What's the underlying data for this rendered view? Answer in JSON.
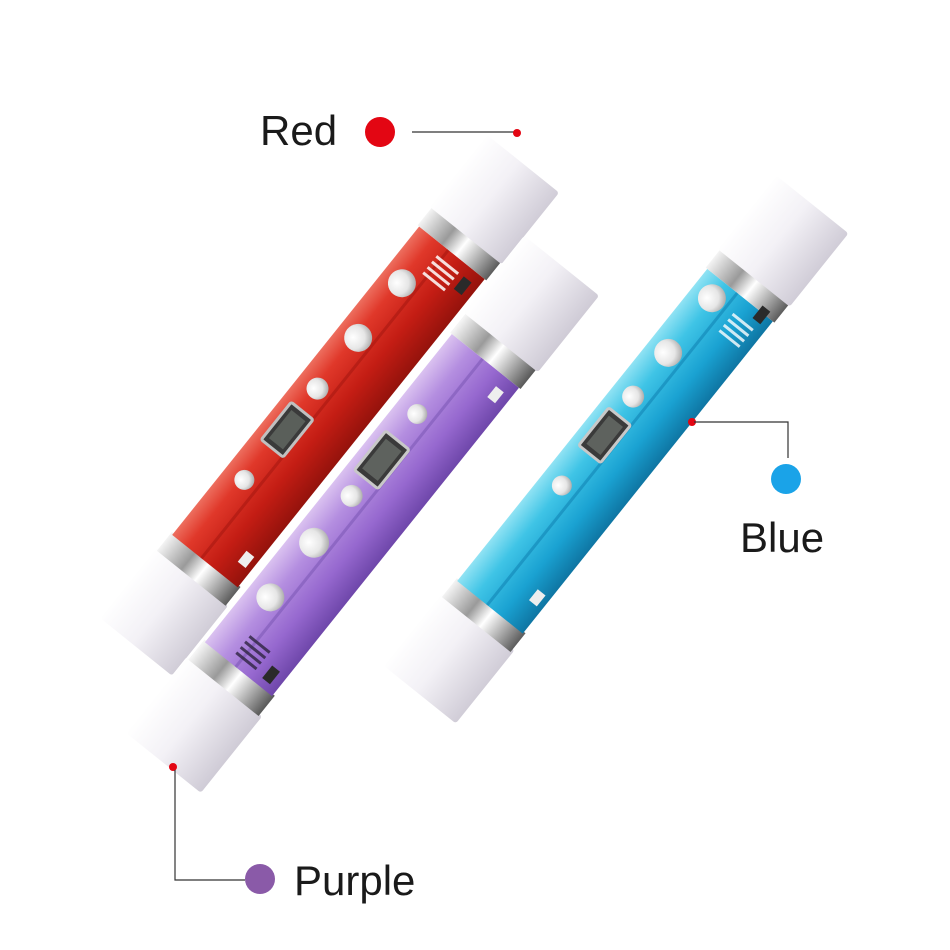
{
  "labels": {
    "red": "Red",
    "blue": "Blue",
    "purple": "Purple"
  },
  "colors": {
    "red_dot": "#e30613",
    "blue_dot": "#1aa3e8",
    "purple_dot": "#8a5aa8",
    "leader_line": "#333333"
  }
}
